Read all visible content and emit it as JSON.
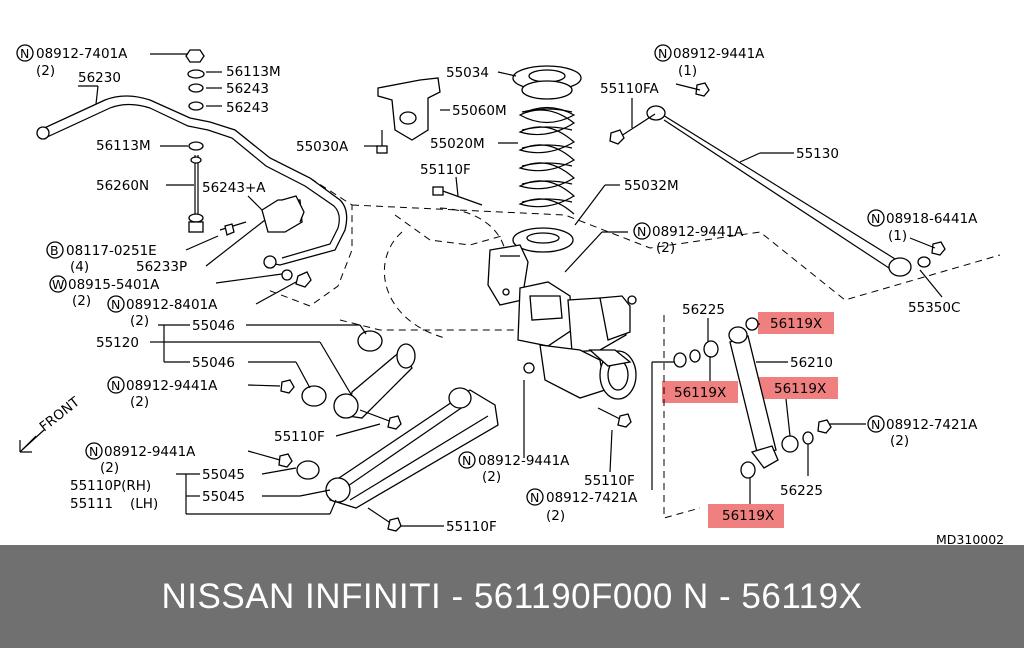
{
  "diagram": {
    "labels": {
      "nut_7401a": "08912-7401A",
      "qty_7401a": "(2)",
      "p56230": "56230",
      "p56113m_a": "56113M",
      "p56243_a": "56243",
      "p56243_b": "56243",
      "p56113m_b": "56113M",
      "p56260n": "56260N",
      "p56243a": "56243+A",
      "bolt_0251e": "08117-0251E",
      "qty_0251e": "(4)",
      "p56233p": "56233P",
      "washer_5401a": "08915-5401A",
      "qty_5401a": "(2)",
      "nut_8401a": "08912-8401A",
      "qty_8401a": "(2)",
      "p55046_a": "55046",
      "p55120": "55120",
      "p55046_b": "55046",
      "nut_9441a_l1": "08912-9441A",
      "qty_9441a_l1": "(2)",
      "p55110f_a": "55110F",
      "nut_9441a_l2": "08912-9441A",
      "qty_9441a_l2": "(2)",
      "p55045_a": "55045",
      "p55110p": "55110P(RH)",
      "p55111": "55111",
      "lh": "(LH)",
      "p55045_b": "55045",
      "p55110f_b": "55110F",
      "p55034": "55034",
      "p55060m": "55060M",
      "p55030a": "55030A",
      "p55020m": "55020M",
      "p55110f_c": "55110F",
      "p55032m": "55032M",
      "nut_9441a_c": "08912-9441A",
      "qty_9441a_c": "(2)",
      "nut_9441a_b": "08912-9441A",
      "qty_9441a_b": "(2)",
      "p55110f_d": "55110F",
      "nut_7421a_b": "08912-7421A",
      "qty_7421a_b": "(2)",
      "nut_9441a_t": "08912-9441A",
      "qty_9441a_t": "(1)",
      "p55110fa": "55110FA",
      "p55130": "55130",
      "nut_6441a": "08918-6441A",
      "qty_6441a": "(1)",
      "p55350c": "55350C",
      "p56225_a": "56225",
      "p56119x_1": "56119X",
      "p56210": "56210",
      "p56119x_2": "56119X",
      "p56119x_3": "56119X",
      "nut_7421a_r": "08912-7421A",
      "qty_7421a_r": "(2)",
      "p56225_b": "56225",
      "p56119x_4": "56119X",
      "front": "FRONT",
      "ref_code": "MD310002"
    },
    "prefix": {
      "N": "N",
      "B": "B",
      "W": "W"
    },
    "highlight_color": "#f08080"
  },
  "banner": {
    "text": "NISSAN  INFINITI - 561190F000     N - 56119X",
    "background": "#707070",
    "text_color": "#ffffff"
  }
}
